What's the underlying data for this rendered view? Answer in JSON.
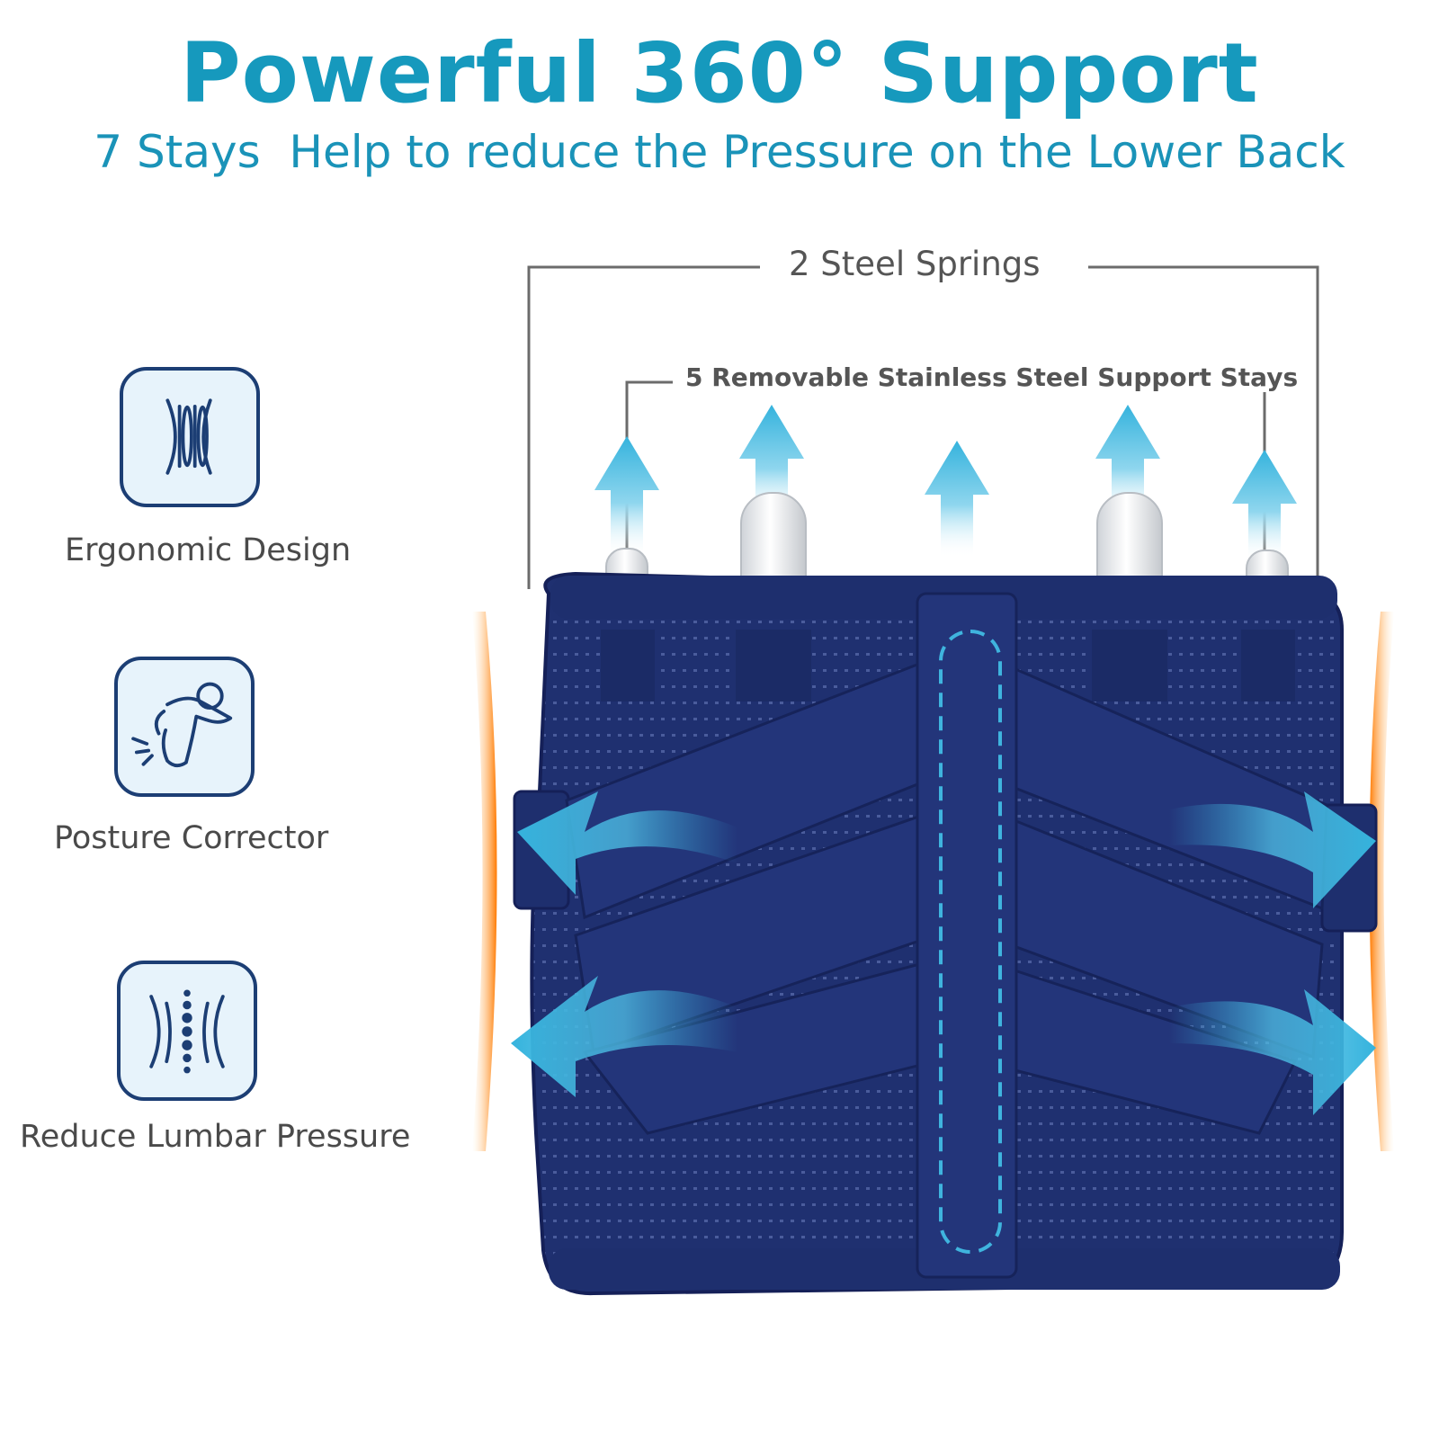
{
  "header": {
    "title": "Powerful 360° Support",
    "subtitle": "7 Stays  Help to reduce the Pressure on the Lower Back"
  },
  "callouts": {
    "springs": "2 Steel Springs",
    "stays": "5 Removable Stainless Steel Support Stays"
  },
  "features": [
    {
      "label": "Ergonomic Design",
      "icon": "spine-curves-icon"
    },
    {
      "label": "Posture Corrector",
      "icon": "back-pain-icon"
    },
    {
      "label": "Reduce Lumbar Pressure",
      "icon": "lumbar-vertebrae-icon"
    }
  ],
  "colors": {
    "title": "#1699bd",
    "belt": "#1e2f6e",
    "belt_dark": "#162457",
    "arrow": "#35b3dd",
    "icon_border": "#1c3e74",
    "icon_bg": "#e7f3fb",
    "heat_glow": "#ff8a1c",
    "label_text": "#4a4a4a"
  }
}
